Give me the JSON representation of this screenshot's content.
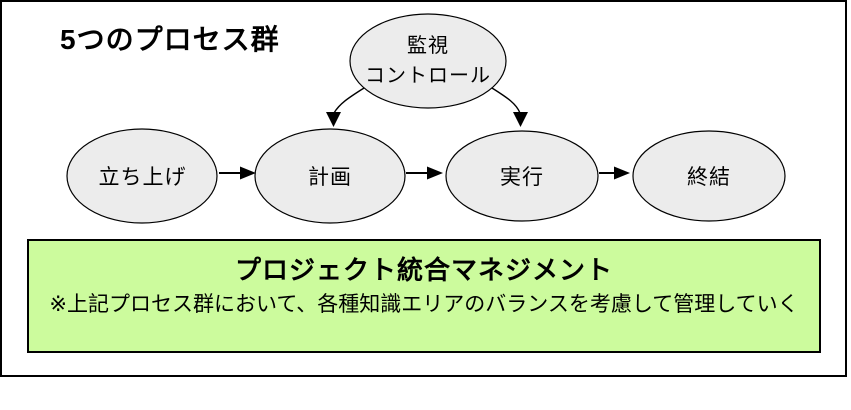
{
  "header": {
    "title": "5つのプロセス群"
  },
  "process_nodes": {
    "monitor": {
      "line1": "監視",
      "line2": "コントロール"
    },
    "initiate": {
      "label": "立ち上げ"
    },
    "plan": {
      "label": "計画"
    },
    "execute": {
      "label": "実行"
    },
    "close": {
      "label": "終結"
    }
  },
  "edges": [
    {
      "from": "立ち上げ",
      "to": "計画",
      "style": "straight-arrow"
    },
    {
      "from": "計画",
      "to": "実行",
      "style": "straight-arrow"
    },
    {
      "from": "実行",
      "to": "終結",
      "style": "straight-arrow"
    },
    {
      "from": "監視コントロール",
      "to": "計画",
      "style": "curved-arrow"
    },
    {
      "from": "監視コントロール",
      "to": "実行",
      "style": "curved-arrow"
    }
  ],
  "integration_box": {
    "title": "プロジェクト統合マネジメント",
    "note": "※上記プロセス群において、各種知識エリアのバランスを考慮して管理していく"
  },
  "colors": {
    "node_fill": "#ececec",
    "node_stroke": "#000000",
    "arrow": "#000000",
    "box_fill": "#ccfb9d",
    "box_border": "#000000",
    "frame_border": "#000000"
  }
}
